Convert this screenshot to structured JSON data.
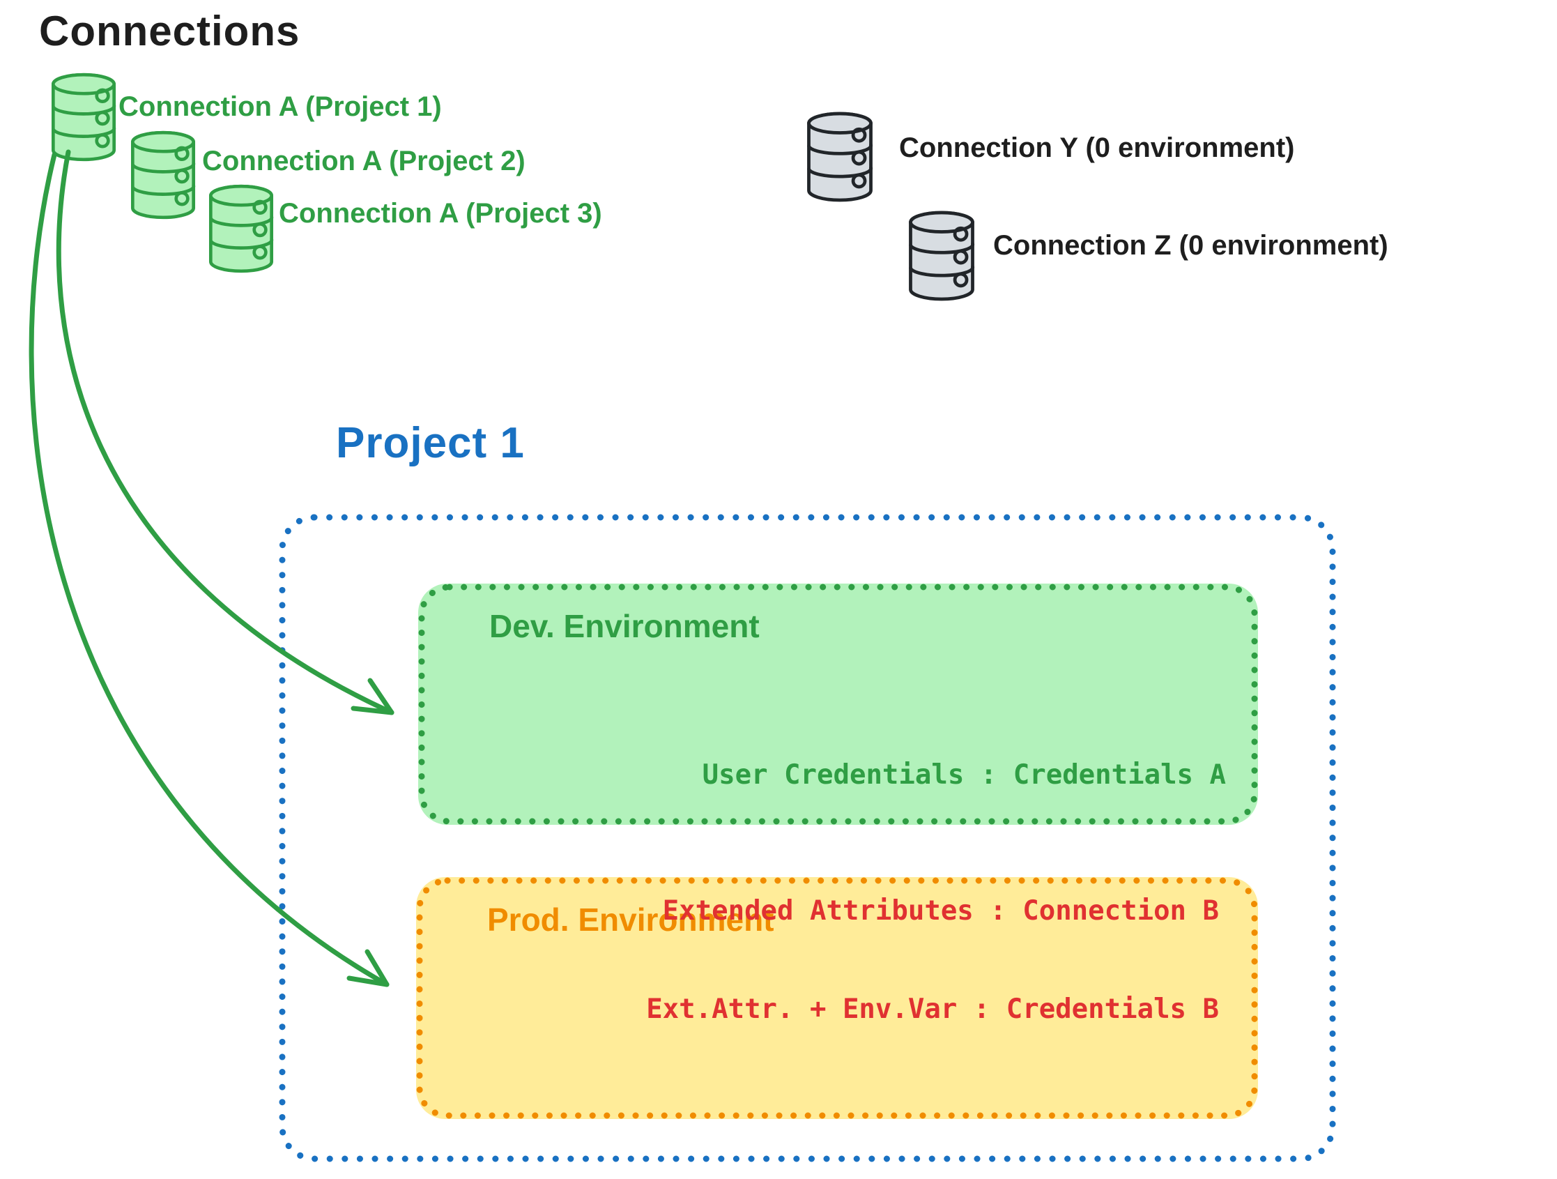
{
  "title": "Connections",
  "colors": {
    "green_stroke": "#2f9e44",
    "green_fill": "#b2f2bb",
    "gray_fill": "#d8dde2",
    "gray_stroke": "#212529",
    "blue": "#1971c2",
    "orange_stroke": "#f08c00",
    "yellow_fill": "#ffec99",
    "red": "#e03131",
    "black": "#1e1e1e"
  },
  "connections": {
    "project_connections": [
      {
        "label": "Connection A (Project 1)"
      },
      {
        "label": "Connection A (Project 2)"
      },
      {
        "label": "Connection A (Project 3)"
      }
    ],
    "unassigned_connections": [
      {
        "label": "Connection Y (0 environment)"
      },
      {
        "label": "Connection Z (0 environment)"
      }
    ]
  },
  "project": {
    "title": "Project 1",
    "environments": {
      "dev": {
        "title": "Dev. Environment",
        "credentials": "User Credentials : Credentials A"
      },
      "prod": {
        "title": "Prod. Environment",
        "credential_lines": [
          "Extended Attributes : Connection B",
          "Ext.Attr. + Env.Var : Credentials B"
        ]
      }
    }
  }
}
